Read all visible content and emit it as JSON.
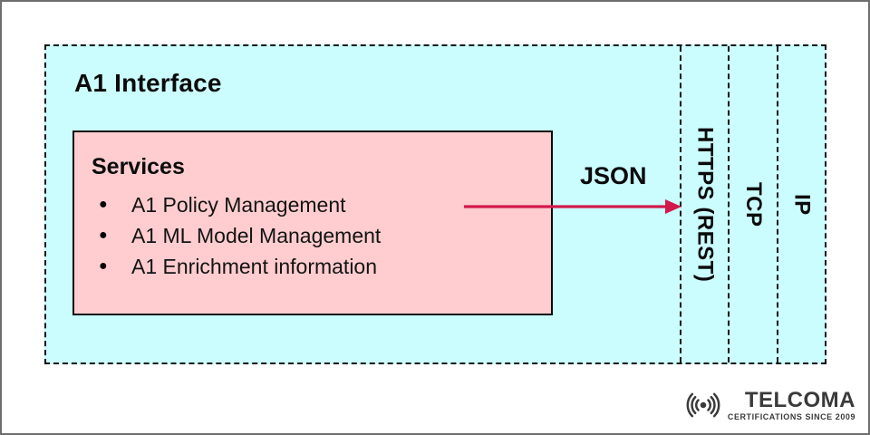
{
  "diagram": {
    "title": "A1 Interface",
    "services_box": {
      "heading": "Services",
      "bullet_char": "●",
      "items": [
        "A1 Policy Management",
        "A1 ML Model Management",
        "A1 Enrichment information"
      ]
    },
    "arrow": {
      "label": "JSON",
      "direction": "right"
    },
    "protocol_columns": [
      {
        "label": "HTTPS (REST)"
      },
      {
        "label": "TCP"
      },
      {
        "label": "IP"
      }
    ],
    "colors": {
      "interface_bg": "#CBFDFF",
      "services_bg": "#FFCDCF",
      "arrow": "#D2194B",
      "logo": "#3A3A3A"
    }
  },
  "branding": {
    "logo_text": "TELCOMA",
    "tagline": "CERTIFICATIONS SINCE 2009"
  }
}
